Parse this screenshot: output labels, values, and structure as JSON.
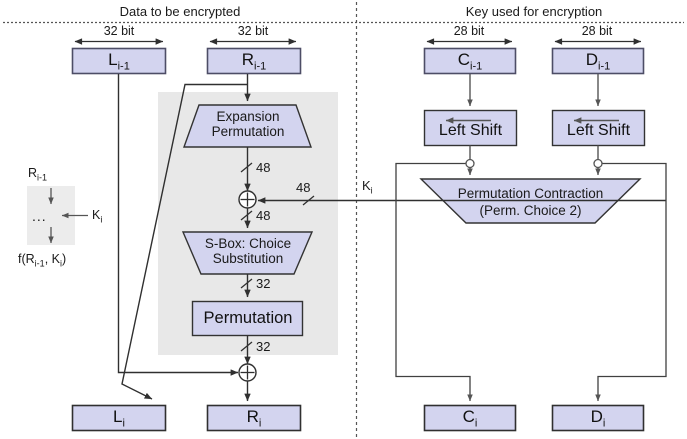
{
  "diagram": {
    "title_left": "Data to be encrypted",
    "title_right": "Key used for encryption",
    "colors": {
      "box_fill": "#d3d4ef",
      "box_stroke": "#4d4d66",
      "gray_panel": "#e8e8e8",
      "wire": "#404040",
      "text": "#1a1a1a"
    }
  },
  "bit_labels": {
    "left_data": "32 bit",
    "right_data": "32 bit",
    "left_key": "28 bit",
    "right_key": "28 bit"
  },
  "top_registers": [
    {
      "name": "L",
      "sub": "i-1",
      "label": "L"
    },
    {
      "name": "R",
      "sub": "i-1",
      "label": "R"
    },
    {
      "name": "C",
      "sub": "i-1",
      "label": "C"
    },
    {
      "name": "D",
      "sub": "i-1",
      "label": "D"
    }
  ],
  "bottom_registers": [
    {
      "name": "L",
      "sub": "i",
      "label": "L"
    },
    {
      "name": "R",
      "sub": "i",
      "label": "R"
    },
    {
      "name": "C",
      "sub": "i",
      "label": "C"
    },
    {
      "name": "D",
      "sub": "i",
      "label": "D"
    }
  ],
  "f_function": {
    "expansion": {
      "line1": "Expansion",
      "line2": "Permutation"
    },
    "sbox": {
      "line1": "S-Box: Choice",
      "line2": "Substitution"
    },
    "permutation": "Permutation",
    "widths": {
      "after_expansion": "48",
      "key_in": "48",
      "after_xor": "48",
      "after_sbox": "32",
      "after_permutation": "32"
    }
  },
  "key_schedule": {
    "left_shift_left": "Left Shift",
    "left_shift_right": "Left Shift",
    "contraction": {
      "line1": "Permutation Contraction",
      "line2": "(Perm. Choice 2)"
    },
    "key_label": "K",
    "key_sub": "i"
  },
  "legend": {
    "input": "R",
    "input_sub": "i-1",
    "dots": "...",
    "key": "K",
    "key_sub": "i",
    "output_prefix": "f(R",
    "output_sub1": "i-1",
    "output_mid": ", K",
    "output_sub2": "i",
    "output_suffix": ")"
  }
}
